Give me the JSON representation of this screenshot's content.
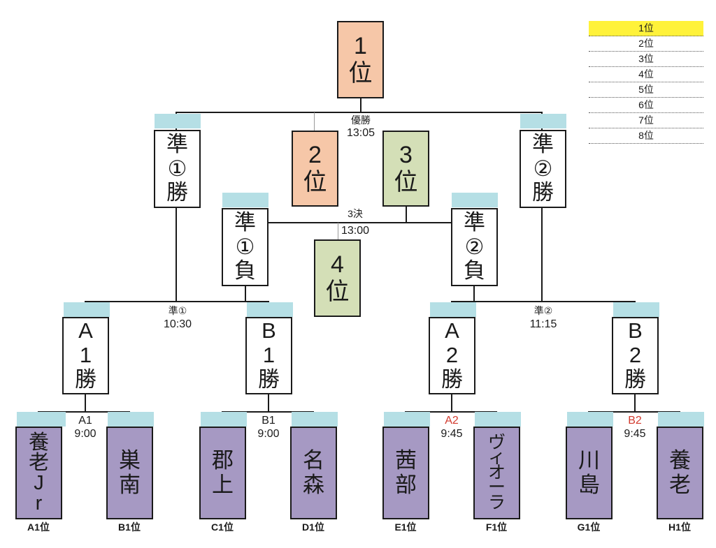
{
  "final": {
    "champion": [
      "1",
      "位"
    ],
    "runner_up": [
      "2",
      "位"
    ],
    "third": [
      "3",
      "位"
    ],
    "fourth": [
      "4",
      "位"
    ]
  },
  "semi_winners": {
    "left": [
      "準",
      "①",
      "勝"
    ],
    "right": [
      "準",
      "②",
      "勝"
    ]
  },
  "semi_losers": {
    "left": [
      "準",
      "①",
      "負"
    ],
    "right": [
      "準",
      "②",
      "負"
    ]
  },
  "qf_winners": {
    "a1": [
      "A",
      "1",
      "勝"
    ],
    "b1": [
      "B",
      "1",
      "勝"
    ],
    "a2": [
      "A",
      "2",
      "勝"
    ],
    "b2": [
      "B",
      "2",
      "勝"
    ]
  },
  "teams": {
    "t1": [
      "養",
      "老",
      "J",
      "r"
    ],
    "t2": [
      "巣",
      "南"
    ],
    "t3": [
      "郡",
      "上"
    ],
    "t4": [
      "名",
      "森"
    ],
    "t5": [
      "茜",
      "部"
    ],
    "t6": [
      "ヴ",
      "ィ",
      "オ",
      "ー",
      "ラ"
    ],
    "t7": [
      "川",
      "島"
    ],
    "t8": [
      "養",
      "老"
    ]
  },
  "seeds": [
    "A1位",
    "B1位",
    "C1位",
    "D1位",
    "E1位",
    "F1位",
    "G1位",
    "H1位"
  ],
  "matches": {
    "final": {
      "name": "優勝",
      "time": "13:05"
    },
    "third_place": {
      "name": "3決",
      "time": "13:00"
    },
    "semi1": {
      "name": "準①",
      "time": "10:30"
    },
    "semi2": {
      "name": "準②",
      "time": "11:15"
    },
    "a1": {
      "name": "A1",
      "time": "9:00"
    },
    "b1": {
      "name": "B1",
      "time": "9:00"
    },
    "a2": {
      "name": "A2",
      "time": "9:45"
    },
    "b2": {
      "name": "B2",
      "time": "9:45"
    }
  },
  "legend": [
    "1位",
    "2位",
    "3位",
    "4位",
    "5位",
    "6位",
    "7位",
    "8位"
  ],
  "colors": {
    "team_fill": "#a699c3",
    "tab": "#b5dfe5",
    "rank_orange": "#f6c7a8",
    "rank_green": "#d4dfb7",
    "legend_highlight": "#fff23a",
    "red_label": "#d23a2e"
  }
}
